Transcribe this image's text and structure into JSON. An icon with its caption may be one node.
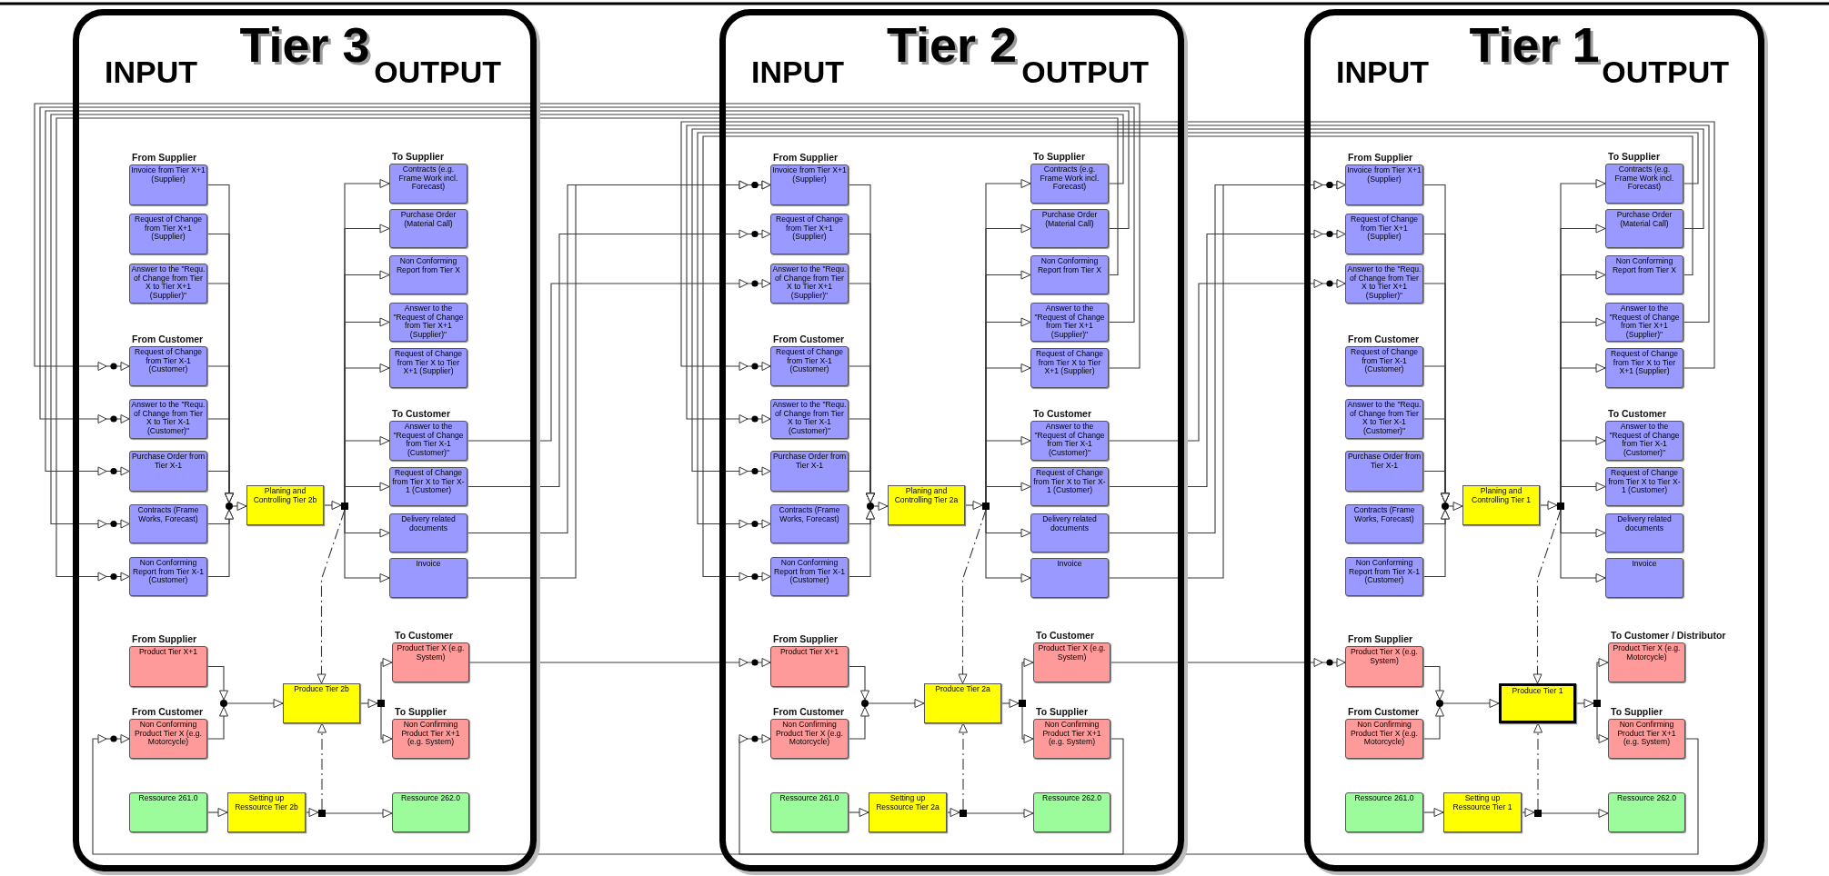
{
  "diagram": {
    "nodes": [
      {
        "text": [
          "Tier 3",
          "INPUT",
          "OUTPUT"
        ]
      },
      {
        "text": [
          "Invoice from Tier X+1 (Supplier)"
        ],
        "in": 0,
        "beside": [
          "From Supplier"
        ]
      },
      {
        "text": [
          "Request of Change from Tier X+1 (Supplier)"
        ],
        "in": 0
      },
      {
        "text": [
          "Answer to the \"Requ. of Change from Tier X to Tier X+1 (Supplier)\""
        ],
        "in": 0
      },
      {
        "text": [
          "Request of Change from Tier X-1 (Customer)"
        ],
        "in": 0,
        "beside": [
          "From Customer"
        ]
      },
      {
        "text": [
          "Answer to the \"Requ. of Change from Tier X to Tier X-1 (Customer)\""
        ],
        "in": 0
      },
      {
        "text": [
          "Purchase Order from Tier X-1"
        ],
        "in": 0
      },
      {
        "text": [
          "Contracts (Frame Works, Forecast)"
        ],
        "in": 0
      },
      {
        "text": [
          "Non Conforming Report from Tier X-1 (Customer)"
        ],
        "in": 0
      },
      {
        "text": [],
        "shape": "circle",
        "in": 0
      },
      {
        "text": [
          "Planing and Controlling Tier 2b"
        ],
        "in": 0
      },
      {
        "text": [],
        "shape": "square",
        "in": 0
      },
      {
        "text": [
          "Contracts (e.g. Frame Work incl. Forecast)"
        ],
        "in": 0,
        "beside": [
          "To Supplier"
        ]
      },
      {
        "text": [
          "Purchase Order (Material Call)"
        ],
        "in": 0
      },
      {
        "text": [
          "Non Conforming Report from Tier X"
        ],
        "in": 0
      },
      {
        "text": [
          "Answer to the \"Request of Change from Tier X+1 (Supplier)\""
        ],
        "in": 0
      },
      {
        "text": [
          "Request of Change from Tier X to Tier X+1 (Supplier)"
        ],
        "in": 0
      },
      {
        "text": [
          "Answer to the \"Request of Change from Tier X-1 (Customer)\""
        ],
        "in": 0,
        "beside": [
          "To Customer"
        ]
      },
      {
        "text": [
          "Request of Change from Tier X to Tier X-1 (Customer)"
        ],
        "in": 0
      },
      {
        "text": [
          "Delivery related documents"
        ],
        "in": 0
      },
      {
        "text": [
          "Invoice"
        ],
        "in": 0
      },
      {
        "text": [
          "Product Tier X+1"
        ],
        "in": 0,
        "beside": [
          "From Supplier"
        ]
      },
      {
        "text": [
          "Non Conforming Product Tier X (e.g. Motorcycle)"
        ],
        "in": 0,
        "beside": [
          "From Customer"
        ]
      },
      {
        "text": [],
        "shape": "circle",
        "in": 0
      },
      {
        "text": [
          "Produce Tier 2b"
        ],
        "in": 0
      },
      {
        "text": [],
        "shape": "square",
        "in": 0
      },
      {
        "text": [
          "Product Tier X (e.g. System)"
        ],
        "in": 0,
        "beside": [
          "To Customer"
        ]
      },
      {
        "text": [
          "Non Confirming Product Tier X+1 (e.g. System)"
        ],
        "in": 0,
        "beside": [
          "To Supplier"
        ]
      },
      {
        "text": [
          "Ressource 261.0"
        ],
        "in": 0
      },
      {
        "text": [
          "Setting up Ressource Tier 2b"
        ],
        "in": 0
      },
      {
        "text": [],
        "shape": "square",
        "in": 0
      },
      {
        "text": [
          "Ressource 262.0"
        ],
        "in": 0
      },
      {
        "text": [
          "Tier 2",
          "INPUT",
          "OUTPUT"
        ]
      },
      {
        "text": [
          "Invoice from Tier X+1 (Supplier)"
        ],
        "in": 32,
        "beside": [
          "From Supplier"
        ]
      },
      {
        "text": [
          "Request of Change from Tier X+1 (Supplier)"
        ],
        "in": 32
      },
      {
        "text": [
          "Answer to the \"Requ. of Change from Tier X to Tier X+1 (Supplier)\""
        ],
        "in": 32
      },
      {
        "text": [
          "Request of Change from Tier X-1 (Customer)"
        ],
        "in": 32,
        "beside": [
          "From Customer"
        ]
      },
      {
        "text": [
          "Answer to the \"Requ. of Change from Tier X to Tier X-1 (Customer)\""
        ],
        "in": 32
      },
      {
        "text": [
          "Purchase Order from Tier X-1"
        ],
        "in": 32
      },
      {
        "text": [
          "Contracts (Frame Works, Forecast)"
        ],
        "in": 32
      },
      {
        "text": [
          "Non Conforming Report from Tier X-1 (Customer)"
        ],
        "in": 32
      },
      {
        "text": [],
        "shape": "circle",
        "in": 32
      },
      {
        "text": [
          "Planing and Controlling Tier 2a"
        ],
        "in": 32
      },
      {
        "text": [],
        "shape": "square",
        "in": 32
      },
      {
        "text": [
          "Contracts (e.g. Frame Work incl. Forecast)"
        ],
        "in": 32,
        "beside": [
          "To Supplier"
        ]
      },
      {
        "text": [
          "Purchase Order (Material Call)"
        ],
        "in": 32
      },
      {
        "text": [
          "Non Conforming Report from Tier X"
        ],
        "in": 32
      },
      {
        "text": [
          "Answer to the \"Request of Change from Tier X+1 (Supplier)\""
        ],
        "in": 32
      },
      {
        "text": [
          "Request of Change from Tier X to Tier X+1 (Supplier)"
        ],
        "in": 32
      },
      {
        "text": [
          "Answer to the \"Request of Change from Tier X-1 (Customer)\""
        ],
        "in": 32,
        "beside": [
          "To Customer"
        ]
      },
      {
        "text": [
          "Request of Change from Tier X to Tier X-1 (Customer)"
        ],
        "in": 32
      },
      {
        "text": [
          "Delivery related documents"
        ],
        "in": 32
      },
      {
        "text": [
          "Invoice"
        ],
        "in": 32
      },
      {
        "text": [
          "Product Tier X+1"
        ],
        "in": 32,
        "beside": [
          "From Supplier"
        ]
      },
      {
        "text": [
          "Non Confirming Product Tier X (e.g. Motorcycle)"
        ],
        "in": 32,
        "beside": [
          "From Customer"
        ]
      },
      {
        "text": [],
        "shape": "circle",
        "in": 32
      },
      {
        "text": [
          "Produce Tier 2a"
        ],
        "in": 32
      },
      {
        "text": [],
        "shape": "square",
        "in": 32
      },
      {
        "text": [
          "Product Tier X (e.g. System)"
        ],
        "in": 32,
        "beside": [
          "To Customer"
        ]
      },
      {
        "text": [
          "Non Confirming Product Tier X+1 (e.g. System)"
        ],
        "in": 32,
        "beside": [
          "To Supplier"
        ]
      },
      {
        "text": [
          "Ressource 261.0"
        ],
        "in": 32
      },
      {
        "text": [
          "Setting up Ressource Tier 2a"
        ],
        "in": 32
      },
      {
        "text": [],
        "shape": "square",
        "in": 32
      },
      {
        "text": [
          "Ressource 262.0"
        ],
        "in": 32
      },
      {
        "text": [
          "Tier 1",
          "INPUT",
          "OUTPUT"
        ]
      },
      {
        "text": [
          "Invoice from Tier X+1 (Supplier)"
        ],
        "in": 64,
        "beside": [
          "From Supplier"
        ]
      },
      {
        "text": [
          "Request of Change from Tier X+1 (Supplier)"
        ],
        "in": 64
      },
      {
        "text": [
          "Answer to the \"Requ. of Change from Tier X to Tier X+1 (Supplier)\""
        ],
        "in": 64
      },
      {
        "text": [
          "Request of Change from Tier X-1 (Customer)"
        ],
        "in": 64,
        "beside": [
          "From Customer"
        ]
      },
      {
        "text": [
          "Answer to the \"Requ. of Change from Tier X to Tier X-1 (Customer)\""
        ],
        "in": 64
      },
      {
        "text": [
          "Purchase Order from Tier X-1"
        ],
        "in": 64
      },
      {
        "text": [
          "Contracts (Frame Works, Forecast)"
        ],
        "in": 64
      },
      {
        "text": [
          "Non Conforming Report from Tier X-1 (Customer)"
        ],
        "in": 64
      },
      {
        "text": [],
        "shape": "circle",
        "in": 64
      },
      {
        "text": [
          "Planing and Controlling Tier 1"
        ],
        "in": 64
      },
      {
        "text": [],
        "shape": "square",
        "in": 64
      },
      {
        "text": [
          "Contracts (e.g. Frame Work incl. Forecast)"
        ],
        "in": 64,
        "beside": [
          "To Supplier"
        ]
      },
      {
        "text": [
          "Purchase Order (Material Call)"
        ],
        "in": 64
      },
      {
        "text": [
          "Non Conforming Report from Tier X"
        ],
        "in": 64
      },
      {
        "text": [
          "Answer to the \"Request of Change from Tier X+1 (Supplier)\""
        ],
        "in": 64
      },
      {
        "text": [
          "Request of Change from Tier X to Tier X+1 (Supplier)"
        ],
        "in": 64
      },
      {
        "text": [
          "Answer to the \"Request of Change from Tier X-1 (Customer)\""
        ],
        "in": 64,
        "beside": [
          "To Customer"
        ]
      },
      {
        "text": [
          "Request of Change from Tier X to Tier X-1 (Customer)"
        ],
        "in": 64
      },
      {
        "text": [
          "Delivery related documents"
        ],
        "in": 64
      },
      {
        "text": [
          "Invoice"
        ],
        "in": 64
      },
      {
        "text": [
          "Product Tier X (e.g. System)"
        ],
        "in": 64,
        "beside": [
          "From Supplier"
        ]
      },
      {
        "text": [
          "Non Confirming Product Tier X (e.g. Motorcycle)"
        ],
        "in": 64,
        "beside": [
          "From Customer"
        ]
      },
      {
        "text": [],
        "shape": "circle",
        "in": 64
      },
      {
        "text": [
          "Produce Tier 1"
        ],
        "in": 64
      },
      {
        "text": [],
        "shape": "square",
        "in": 64
      },
      {
        "text": [
          "Product Tier X (e.g. Motorcycle)"
        ],
        "in": 64,
        "beside": [
          "To Customer / Distributor"
        ]
      },
      {
        "text": [
          "Non Confirming Product Tier X+1 (e.g. System)"
        ],
        "in": 64,
        "beside": [
          "To Supplier"
        ]
      },
      {
        "text": [
          "Ressource 261.0"
        ],
        "in": 64
      },
      {
        "text": [
          "Setting up Ressource Tier 1"
        ],
        "in": 64
      },
      {
        "text": [],
        "shape": "square",
        "in": 64
      },
      {
        "text": [
          "Ressource 262.0"
        ],
        "in": 64
      }
    ],
    "edges": [
      {
        "from": 1,
        "to": 9,
        "arrow": "to"
      },
      {
        "from": 2,
        "to": 9,
        "arrow": "to"
      },
      {
        "from": 3,
        "to": 9,
        "arrow": "to"
      },
      {
        "from": 4,
        "to": 9,
        "arrow": "to"
      },
      {
        "from": 5,
        "to": 9,
        "arrow": "to"
      },
      {
        "from": 6,
        "to": 9,
        "arrow": "to"
      },
      {
        "from": 7,
        "to": 9,
        "arrow": "to"
      },
      {
        "from": 8,
        "to": 9,
        "arrow": "to"
      },
      {
        "from": 9,
        "to": 10,
        "arrow": "to"
      },
      {
        "from": 10,
        "to": 11,
        "arrow": "to"
      },
      {
        "from": 11,
        "to": 12,
        "arrow": "to"
      },
      {
        "from": 11,
        "to": 13,
        "arrow": "to"
      },
      {
        "from": 11,
        "to": 14,
        "arrow": "to"
      },
      {
        "from": 11,
        "to": 15,
        "arrow": "to"
      },
      {
        "from": 11,
        "to": 16,
        "arrow": "to"
      },
      {
        "from": 11,
        "to": 17,
        "arrow": "to"
      },
      {
        "from": 11,
        "to": 18,
        "arrow": "to"
      },
      {
        "from": 11,
        "to": 19,
        "arrow": "to"
      },
      {
        "from": 11,
        "to": 20,
        "arrow": "to"
      },
      {
        "from": 11,
        "to": 24,
        "arrow": "to",
        "style": "dashed"
      },
      {
        "from": 21,
        "to": 23,
        "arrow": "to"
      },
      {
        "from": 22,
        "to": 23,
        "arrow": "to"
      },
      {
        "from": 23,
        "to": 24,
        "arrow": "to"
      },
      {
        "from": 24,
        "to": 25,
        "arrow": "to"
      },
      {
        "from": 25,
        "to": 26,
        "arrow": "to"
      },
      {
        "from": 25,
        "to": 27,
        "arrow": "to"
      },
      {
        "from": 28,
        "to": 29,
        "arrow": "to"
      },
      {
        "from": 29,
        "to": 30,
        "arrow": "to"
      },
      {
        "from": 30,
        "to": 31,
        "arrow": "to"
      },
      {
        "from": 30,
        "to": 24,
        "arrow": "to",
        "style": "dashed"
      },
      {
        "from": 33,
        "to": 41,
        "arrow": "to"
      },
      {
        "from": 34,
        "to": 41,
        "arrow": "to"
      },
      {
        "from": 35,
        "to": 41,
        "arrow": "to"
      },
      {
        "from": 36,
        "to": 41,
        "arrow": "to"
      },
      {
        "from": 37,
        "to": 41,
        "arrow": "to"
      },
      {
        "from": 38,
        "to": 41,
        "arrow": "to"
      },
      {
        "from": 39,
        "to": 41,
        "arrow": "to"
      },
      {
        "from": 40,
        "to": 41,
        "arrow": "to"
      },
      {
        "from": 41,
        "to": 42,
        "arrow": "to"
      },
      {
        "from": 42,
        "to": 43,
        "arrow": "to"
      },
      {
        "from": 43,
        "to": 44,
        "arrow": "to"
      },
      {
        "from": 43,
        "to": 45,
        "arrow": "to"
      },
      {
        "from": 43,
        "to": 46,
        "arrow": "to"
      },
      {
        "from": 43,
        "to": 47,
        "arrow": "to"
      },
      {
        "from": 43,
        "to": 48,
        "arrow": "to"
      },
      {
        "from": 43,
        "to": 49,
        "arrow": "to"
      },
      {
        "from": 43,
        "to": 50,
        "arrow": "to"
      },
      {
        "from": 43,
        "to": 51,
        "arrow": "to"
      },
      {
        "from": 43,
        "to": 52,
        "arrow": "to"
      },
      {
        "from": 43,
        "to": 56,
        "arrow": "to",
        "style": "dashed"
      },
      {
        "from": 53,
        "to": 55,
        "arrow": "to"
      },
      {
        "from": 54,
        "to": 55,
        "arrow": "to"
      },
      {
        "from": 55,
        "to": 56,
        "arrow": "to"
      },
      {
        "from": 56,
        "to": 57,
        "arrow": "to"
      },
      {
        "from": 57,
        "to": 58,
        "arrow": "to"
      },
      {
        "from": 57,
        "to": 59,
        "arrow": "to"
      },
      {
        "from": 60,
        "to": 61,
        "arrow": "to"
      },
      {
        "from": 61,
        "to": 62,
        "arrow": "to"
      },
      {
        "from": 62,
        "to": 63,
        "arrow": "to"
      },
      {
        "from": 62,
        "to": 56,
        "arrow": "to",
        "style": "dashed"
      },
      {
        "from": 65,
        "to": 73,
        "arrow": "to"
      },
      {
        "from": 66,
        "to": 73,
        "arrow": "to"
      },
      {
        "from": 67,
        "to": 73,
        "arrow": "to"
      },
      {
        "from": 68,
        "to": 73,
        "arrow": "to"
      },
      {
        "from": 69,
        "to": 73,
        "arrow": "to"
      },
      {
        "from": 70,
        "to": 73,
        "arrow": "to"
      },
      {
        "from": 71,
        "to": 73,
        "arrow": "to"
      },
      {
        "from": 72,
        "to": 73,
        "arrow": "to"
      },
      {
        "from": 73,
        "to": 74,
        "arrow": "to"
      },
      {
        "from": 74,
        "to": 75,
        "arrow": "to"
      },
      {
        "from": 75,
        "to": 76,
        "arrow": "to"
      },
      {
        "from": 75,
        "to": 77,
        "arrow": "to"
      },
      {
        "from": 75,
        "to": 78,
        "arrow": "to"
      },
      {
        "from": 75,
        "to": 79,
        "arrow": "to"
      },
      {
        "from": 75,
        "to": 80,
        "arrow": "to"
      },
      {
        "from": 75,
        "to": 81,
        "arrow": "to"
      },
      {
        "from": 75,
        "to": 82,
        "arrow": "to"
      },
      {
        "from": 75,
        "to": 83,
        "arrow": "to"
      },
      {
        "from": 75,
        "to": 84,
        "arrow": "to"
      },
      {
        "from": 75,
        "to": 88,
        "arrow": "to",
        "style": "dashed"
      },
      {
        "from": 85,
        "to": 87,
        "arrow": "to"
      },
      {
        "from": 86,
        "to": 87,
        "arrow": "to"
      },
      {
        "from": 87,
        "to": 88,
        "arrow": "to"
      },
      {
        "from": 88,
        "to": 89,
        "arrow": "to"
      },
      {
        "from": 89,
        "to": 90,
        "arrow": "to"
      },
      {
        "from": 89,
        "to": 91,
        "arrow": "to"
      },
      {
        "from": 92,
        "to": 93,
        "arrow": "to"
      },
      {
        "from": 93,
        "to": 94,
        "arrow": "to"
      },
      {
        "from": 94,
        "to": 95,
        "arrow": "to"
      },
      {
        "from": 94,
        "to": 88,
        "arrow": "to",
        "style": "dashed"
      },
      {
        "from": 17,
        "to": 35,
        "arrow": "to"
      },
      {
        "from": 18,
        "to": 34,
        "arrow": "to"
      },
      {
        "from": 19,
        "to": 33,
        "arrow": "to"
      },
      {
        "from": 20,
        "to": 33,
        "arrow": "to"
      },
      {
        "from": 49,
        "to": 67,
        "arrow": "to"
      },
      {
        "from": 50,
        "to": 66,
        "arrow": "to"
      },
      {
        "from": 51,
        "to": 65,
        "arrow": "to"
      },
      {
        "from": 52,
        "to": 65,
        "arrow": "to"
      },
      {
        "from": 48,
        "to": 4,
        "arrow": "to"
      },
      {
        "from": 47,
        "to": 5,
        "arrow": "to"
      },
      {
        "from": 45,
        "to": 6,
        "arrow": "to"
      },
      {
        "from": 44,
        "to": 7,
        "arrow": "to"
      },
      {
        "from": 46,
        "to": 8,
        "arrow": "to"
      },
      {
        "from": 80,
        "to": 36,
        "arrow": "to"
      },
      {
        "from": 79,
        "to": 37,
        "arrow": "to"
      },
      {
        "from": 77,
        "to": 38,
        "arrow": "to"
      },
      {
        "from": 76,
        "to": 39,
        "arrow": "to"
      },
      {
        "from": 78,
        "to": 40,
        "arrow": "to"
      },
      {
        "from": 26,
        "to": 53,
        "arrow": "to"
      },
      {
        "from": 58,
        "to": 85,
        "arrow": "to"
      },
      {
        "from": 59,
        "to": 22,
        "arrow": "to"
      },
      {
        "from": 91,
        "to": 54,
        "arrow": "to"
      }
    ]
  }
}
